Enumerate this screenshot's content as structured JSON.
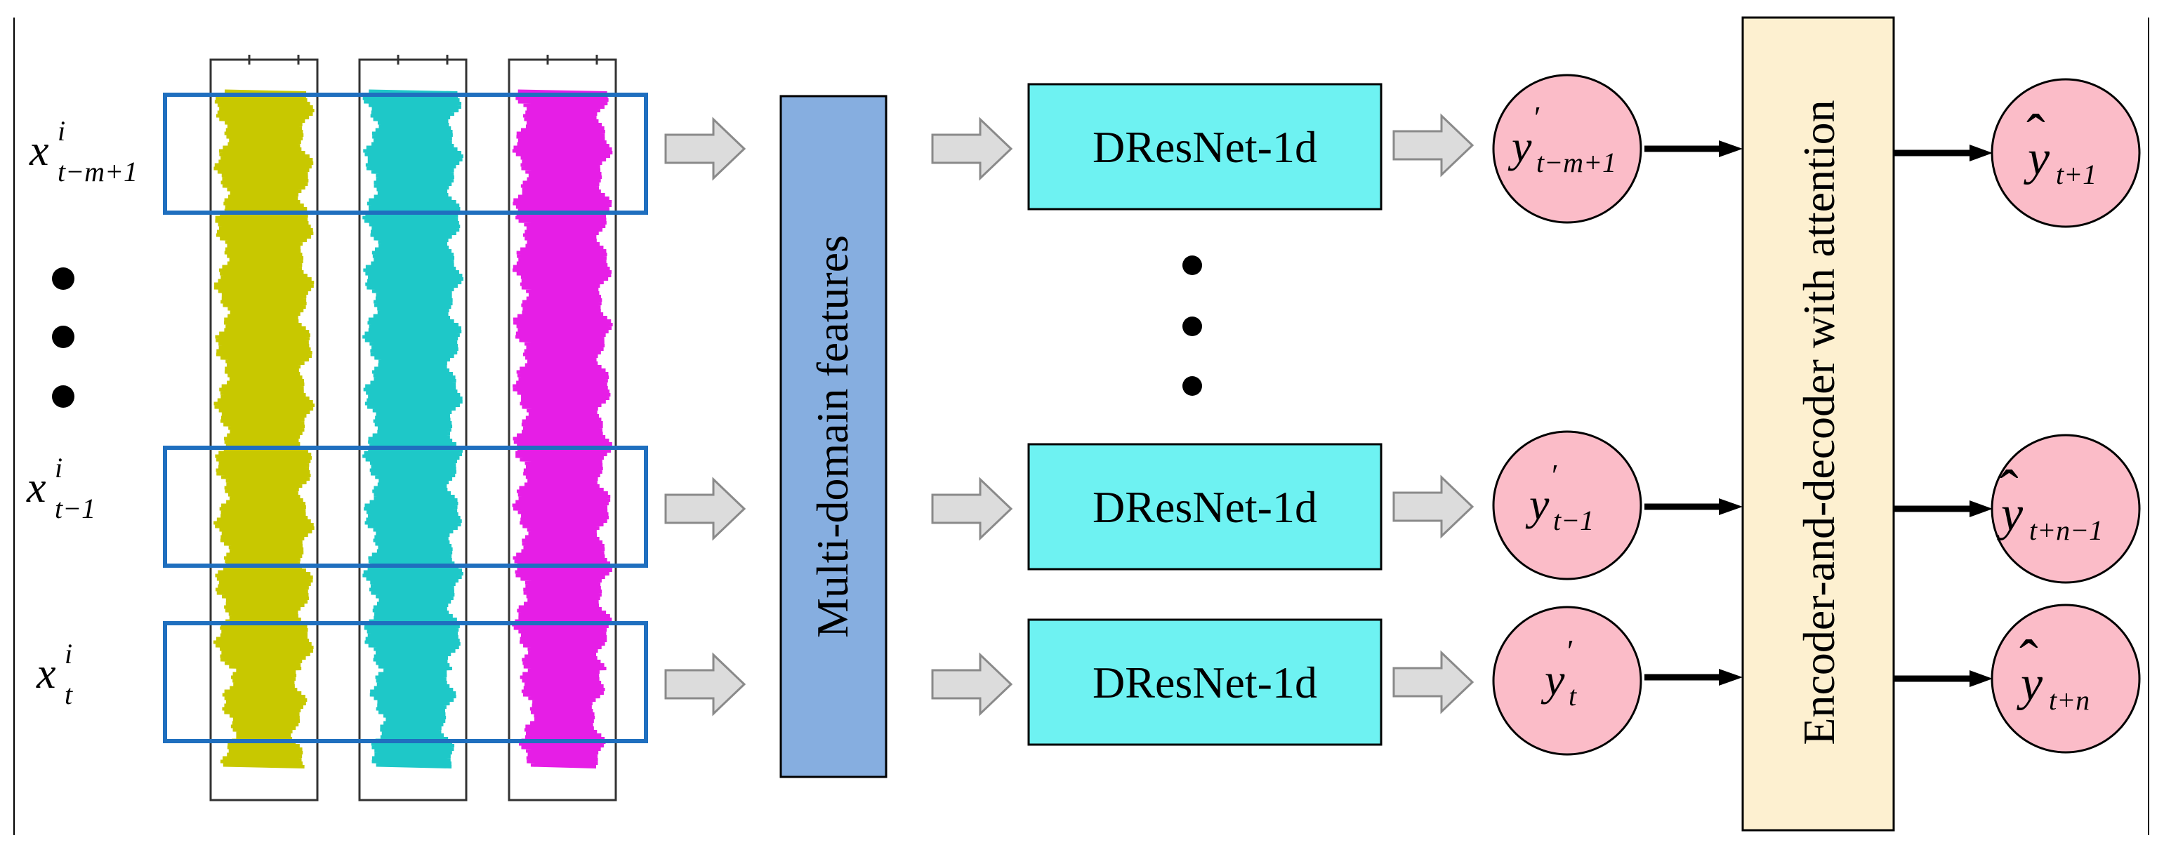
{
  "inputs": [
    {
      "base": "x",
      "sup": "i",
      "sub": "t−m+1"
    },
    {
      "base": "x",
      "sup": "i",
      "sub": "t−1"
    },
    {
      "base": "x",
      "sup": "i",
      "sub": "t"
    }
  ],
  "signal_colors": [
    "#c8c800",
    "#1ec8c8",
    "#e61ee6"
  ],
  "window_color": "#1f6fbf",
  "feature_box": {
    "label": "Multi-domain features",
    "fill": "#86aee0"
  },
  "dresnet_blocks": [
    {
      "label": "DResNet-1d"
    },
    {
      "label": "DResNet-1d"
    },
    {
      "label": "DResNet-1d"
    }
  ],
  "dresnet_fill": "#6ef2f2",
  "intermediate_outputs": [
    {
      "base": "y",
      "prime": "′",
      "sub": "t−m+1"
    },
    {
      "base": "y",
      "prime": "′",
      "sub": "t−1"
    },
    {
      "base": "y",
      "prime": "′",
      "sub": "t"
    }
  ],
  "node_fill": "#fbbcc8",
  "attention_box": {
    "label": "Encoder-and-decoder with attention",
    "fill": "#fdf0d0"
  },
  "predictions": [
    {
      "base": "y",
      "hat": "ˆ",
      "sub": "t+1"
    },
    {
      "base": "y",
      "hat": "ˆ",
      "sub": "t+n−1"
    },
    {
      "base": "y",
      "hat": "ˆ",
      "sub": "t+n"
    }
  ]
}
